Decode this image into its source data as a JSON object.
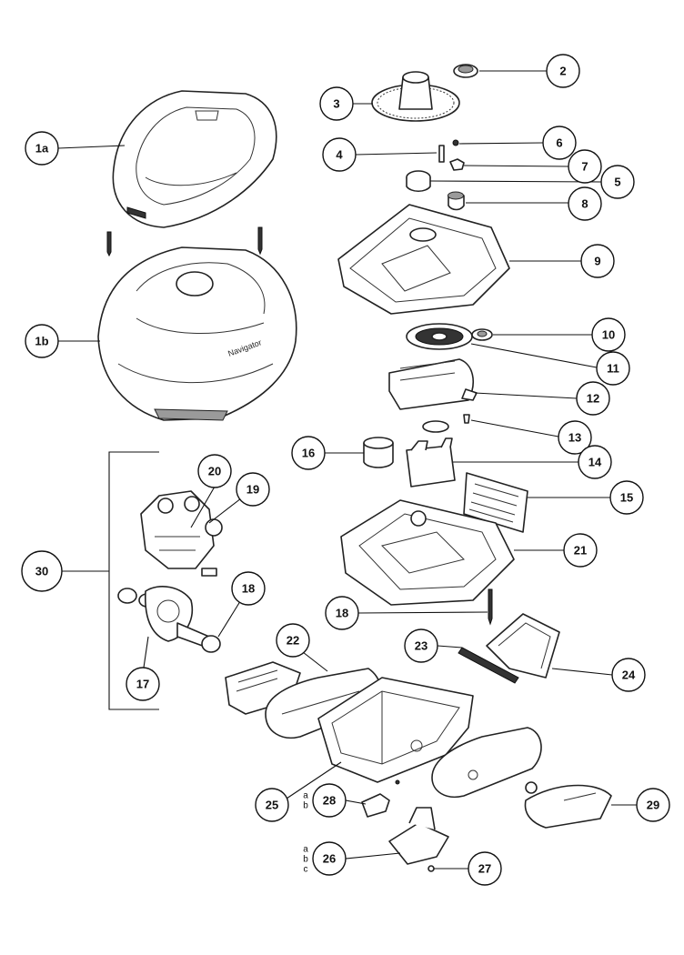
{
  "diagram": {
    "callouts": [
      {
        "id": "c1a",
        "label": "1a"
      },
      {
        "id": "c1b",
        "label": "1b"
      },
      {
        "id": "c2",
        "label": "2"
      },
      {
        "id": "c3",
        "label": "3"
      },
      {
        "id": "c4",
        "label": "4"
      },
      {
        "id": "c5",
        "label": "5"
      },
      {
        "id": "c6",
        "label": "6"
      },
      {
        "id": "c7",
        "label": "7"
      },
      {
        "id": "c8",
        "label": "8"
      },
      {
        "id": "c9",
        "label": "9"
      },
      {
        "id": "c10",
        "label": "10"
      },
      {
        "id": "c11",
        "label": "11"
      },
      {
        "id": "c12",
        "label": "12"
      },
      {
        "id": "c13",
        "label": "13"
      },
      {
        "id": "c14",
        "label": "14"
      },
      {
        "id": "c15",
        "label": "15"
      },
      {
        "id": "c16",
        "label": "16"
      },
      {
        "id": "c17",
        "label": "17"
      },
      {
        "id": "c18a",
        "label": "18"
      },
      {
        "id": "c18b",
        "label": "18"
      },
      {
        "id": "c19",
        "label": "19"
      },
      {
        "id": "c20",
        "label": "20"
      },
      {
        "id": "c21",
        "label": "21"
      },
      {
        "id": "c22",
        "label": "22"
      },
      {
        "id": "c23",
        "label": "23"
      },
      {
        "id": "c24",
        "label": "24"
      },
      {
        "id": "c25",
        "label": "25"
      },
      {
        "id": "c26",
        "label": "26"
      },
      {
        "id": "c27",
        "label": "27"
      },
      {
        "id": "c28",
        "label": "28"
      },
      {
        "id": "c29",
        "label": "29"
      },
      {
        "id": "c30",
        "label": "30"
      }
    ],
    "variants_28": [
      "a",
      "b"
    ],
    "variants_26": [
      "a",
      "b",
      "c"
    ],
    "cover_brand_text": "Navigator"
  }
}
